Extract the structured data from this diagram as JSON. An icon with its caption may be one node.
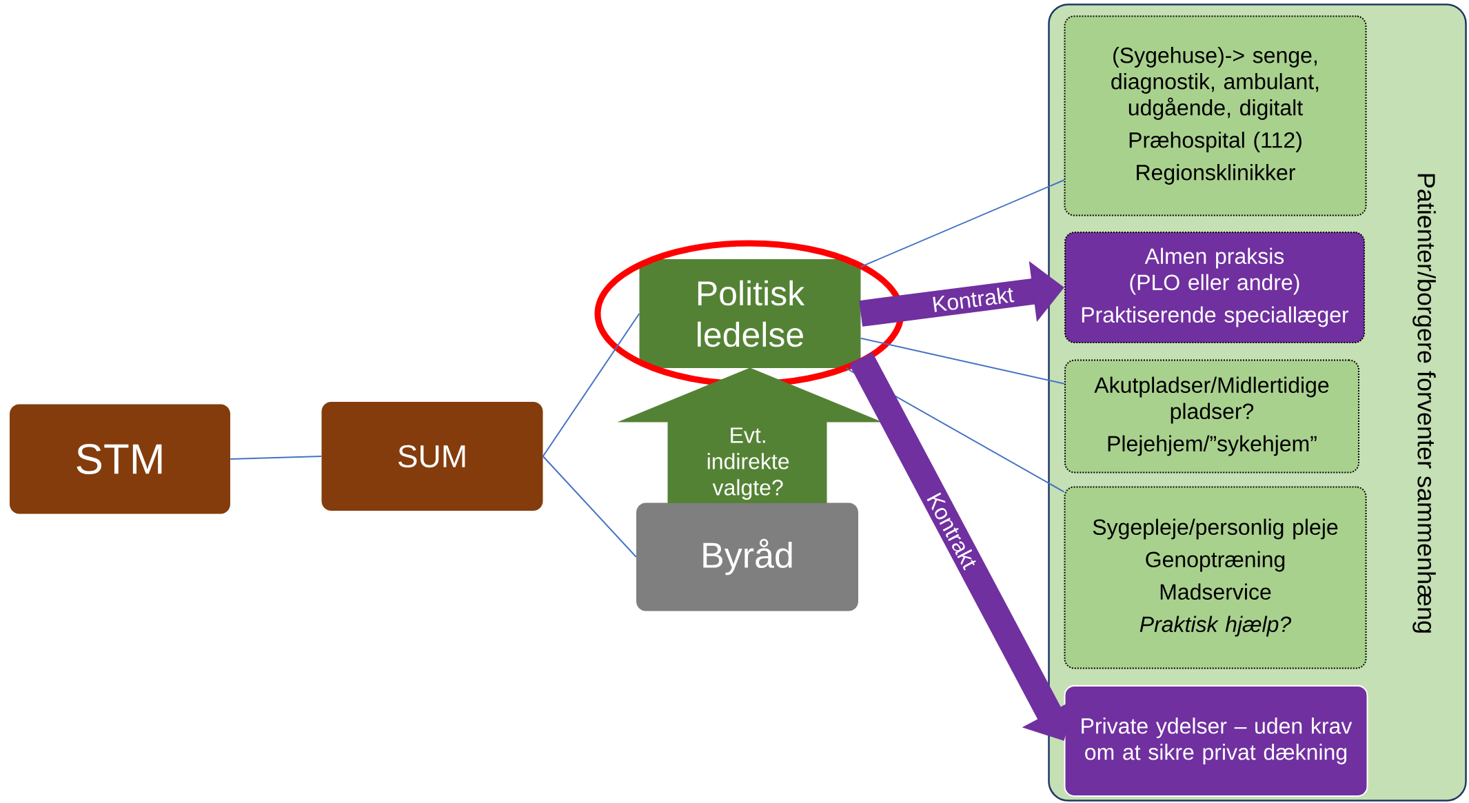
{
  "diagram": {
    "nodes": [
      {
        "text": [
          "STM"
        ]
      },
      {
        "text": [
          "SUM"
        ]
      },
      {
        "text": [
          "Politisk ledelse"
        ]
      },
      {
        "text": [
          "Byråd"
        ]
      },
      {
        "text": [
          "Patienter/borgere forventer sammenhæng"
        ]
      },
      {
        "text": [
          "(Sygehuse)-> senge, diagnostik, ambulant, udgående, digitalt",
          "Præhospital (112)",
          "Regionsklinikker"
        ],
        "in": 4
      },
      {
        "text": [
          "Almen praksis (PLO eller andre)",
          "Praktiserende speciallæger"
        ],
        "in": 4
      },
      {
        "text": [
          "Akutpladser/Midlertidige pladser?",
          "Plejehjem/”sykehjem”"
        ],
        "in": 4
      },
      {
        "text": [
          "Sygepleje/personlig pleje",
          "Genoptræning",
          "Madservice",
          "Praktisk hjælp?"
        ],
        "in": 4
      },
      {
        "text": [
          "Private ydelser – uden krav om at sikre privat dækning"
        ],
        "in": 4
      }
    ],
    "edges": [
      {
        "from": 0,
        "to": 1,
        "arrow": "none"
      },
      {
        "from": 1,
        "to": 2,
        "arrow": "none"
      },
      {
        "from": 1,
        "to": 3,
        "arrow": "none"
      },
      {
        "from": 3,
        "to": 2,
        "arrow": "to",
        "label": "Evt. indirekte valgte?",
        "style": "thick",
        "color": "#548235"
      },
      {
        "from": 2,
        "to": 5,
        "arrow": "none"
      },
      {
        "from": 2,
        "to": 6,
        "arrow": "to",
        "label": "Kontrakt",
        "style": "thick",
        "color": "#7030a0"
      },
      {
        "from": 2,
        "to": 7,
        "arrow": "none"
      },
      {
        "from": 2,
        "to": 8,
        "arrow": "none"
      },
      {
        "from": 2,
        "to": 9,
        "arrow": "to",
        "label": "Kontrakt",
        "style": "thick",
        "color": "#7030a0"
      }
    ]
  }
}
